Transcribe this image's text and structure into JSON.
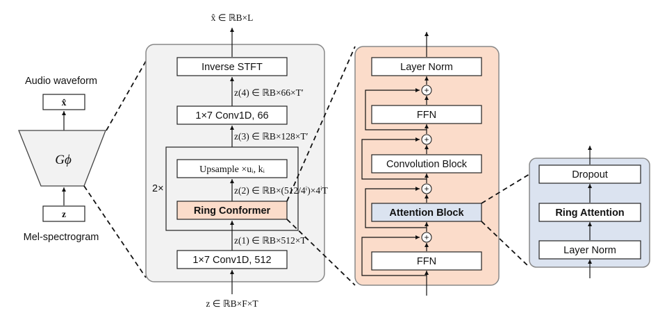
{
  "left": {
    "audio_label": "Audio waveform",
    "x_hat": "x̂",
    "generator": "Gϕ",
    "z": "z",
    "mel_label": "Mel-spectrogram"
  },
  "generator_block": {
    "output_label": "x̂ ∈ ℝB×L",
    "inverse_stft": "Inverse STFT",
    "z4_label": "z(4) ∈ ℝB×66×T′",
    "conv66": "1×7 Conv1D, 66",
    "z3_label": "z(3) ∈ ℝB×128×T′",
    "repeat": "2×",
    "upsample": "Upsample ×uᵢ, kᵢ",
    "z2_label": "z(2) ∈ ℝB×(512/4ⁱ)×4ⁱT",
    "ring_conformer": "Ring Conformer",
    "z1_label": "z(1) ∈ ℝB×512×T",
    "conv512": "1×7 Conv1D, 512",
    "input_label": "z ∈ ℝB×F×T"
  },
  "conformer_block": {
    "layer_norm": "Layer Norm",
    "ffn_top": "FFN",
    "conv_block": "Convolution Block",
    "attention_block": "Attention Block",
    "ffn_bottom": "FFN",
    "plus": "+"
  },
  "attention_detail": {
    "dropout": "Dropout",
    "ring_attention": "Ring Attention",
    "layer_norm": "Layer Norm"
  },
  "colors": {
    "generator_panel": "#f2f2f2",
    "conformer_panel": "#fbdcca",
    "attention_panel": "#dbe3f0",
    "ring_conformer_fill": "#fbdcca",
    "attention_block_fill": "#dbe3f0"
  }
}
